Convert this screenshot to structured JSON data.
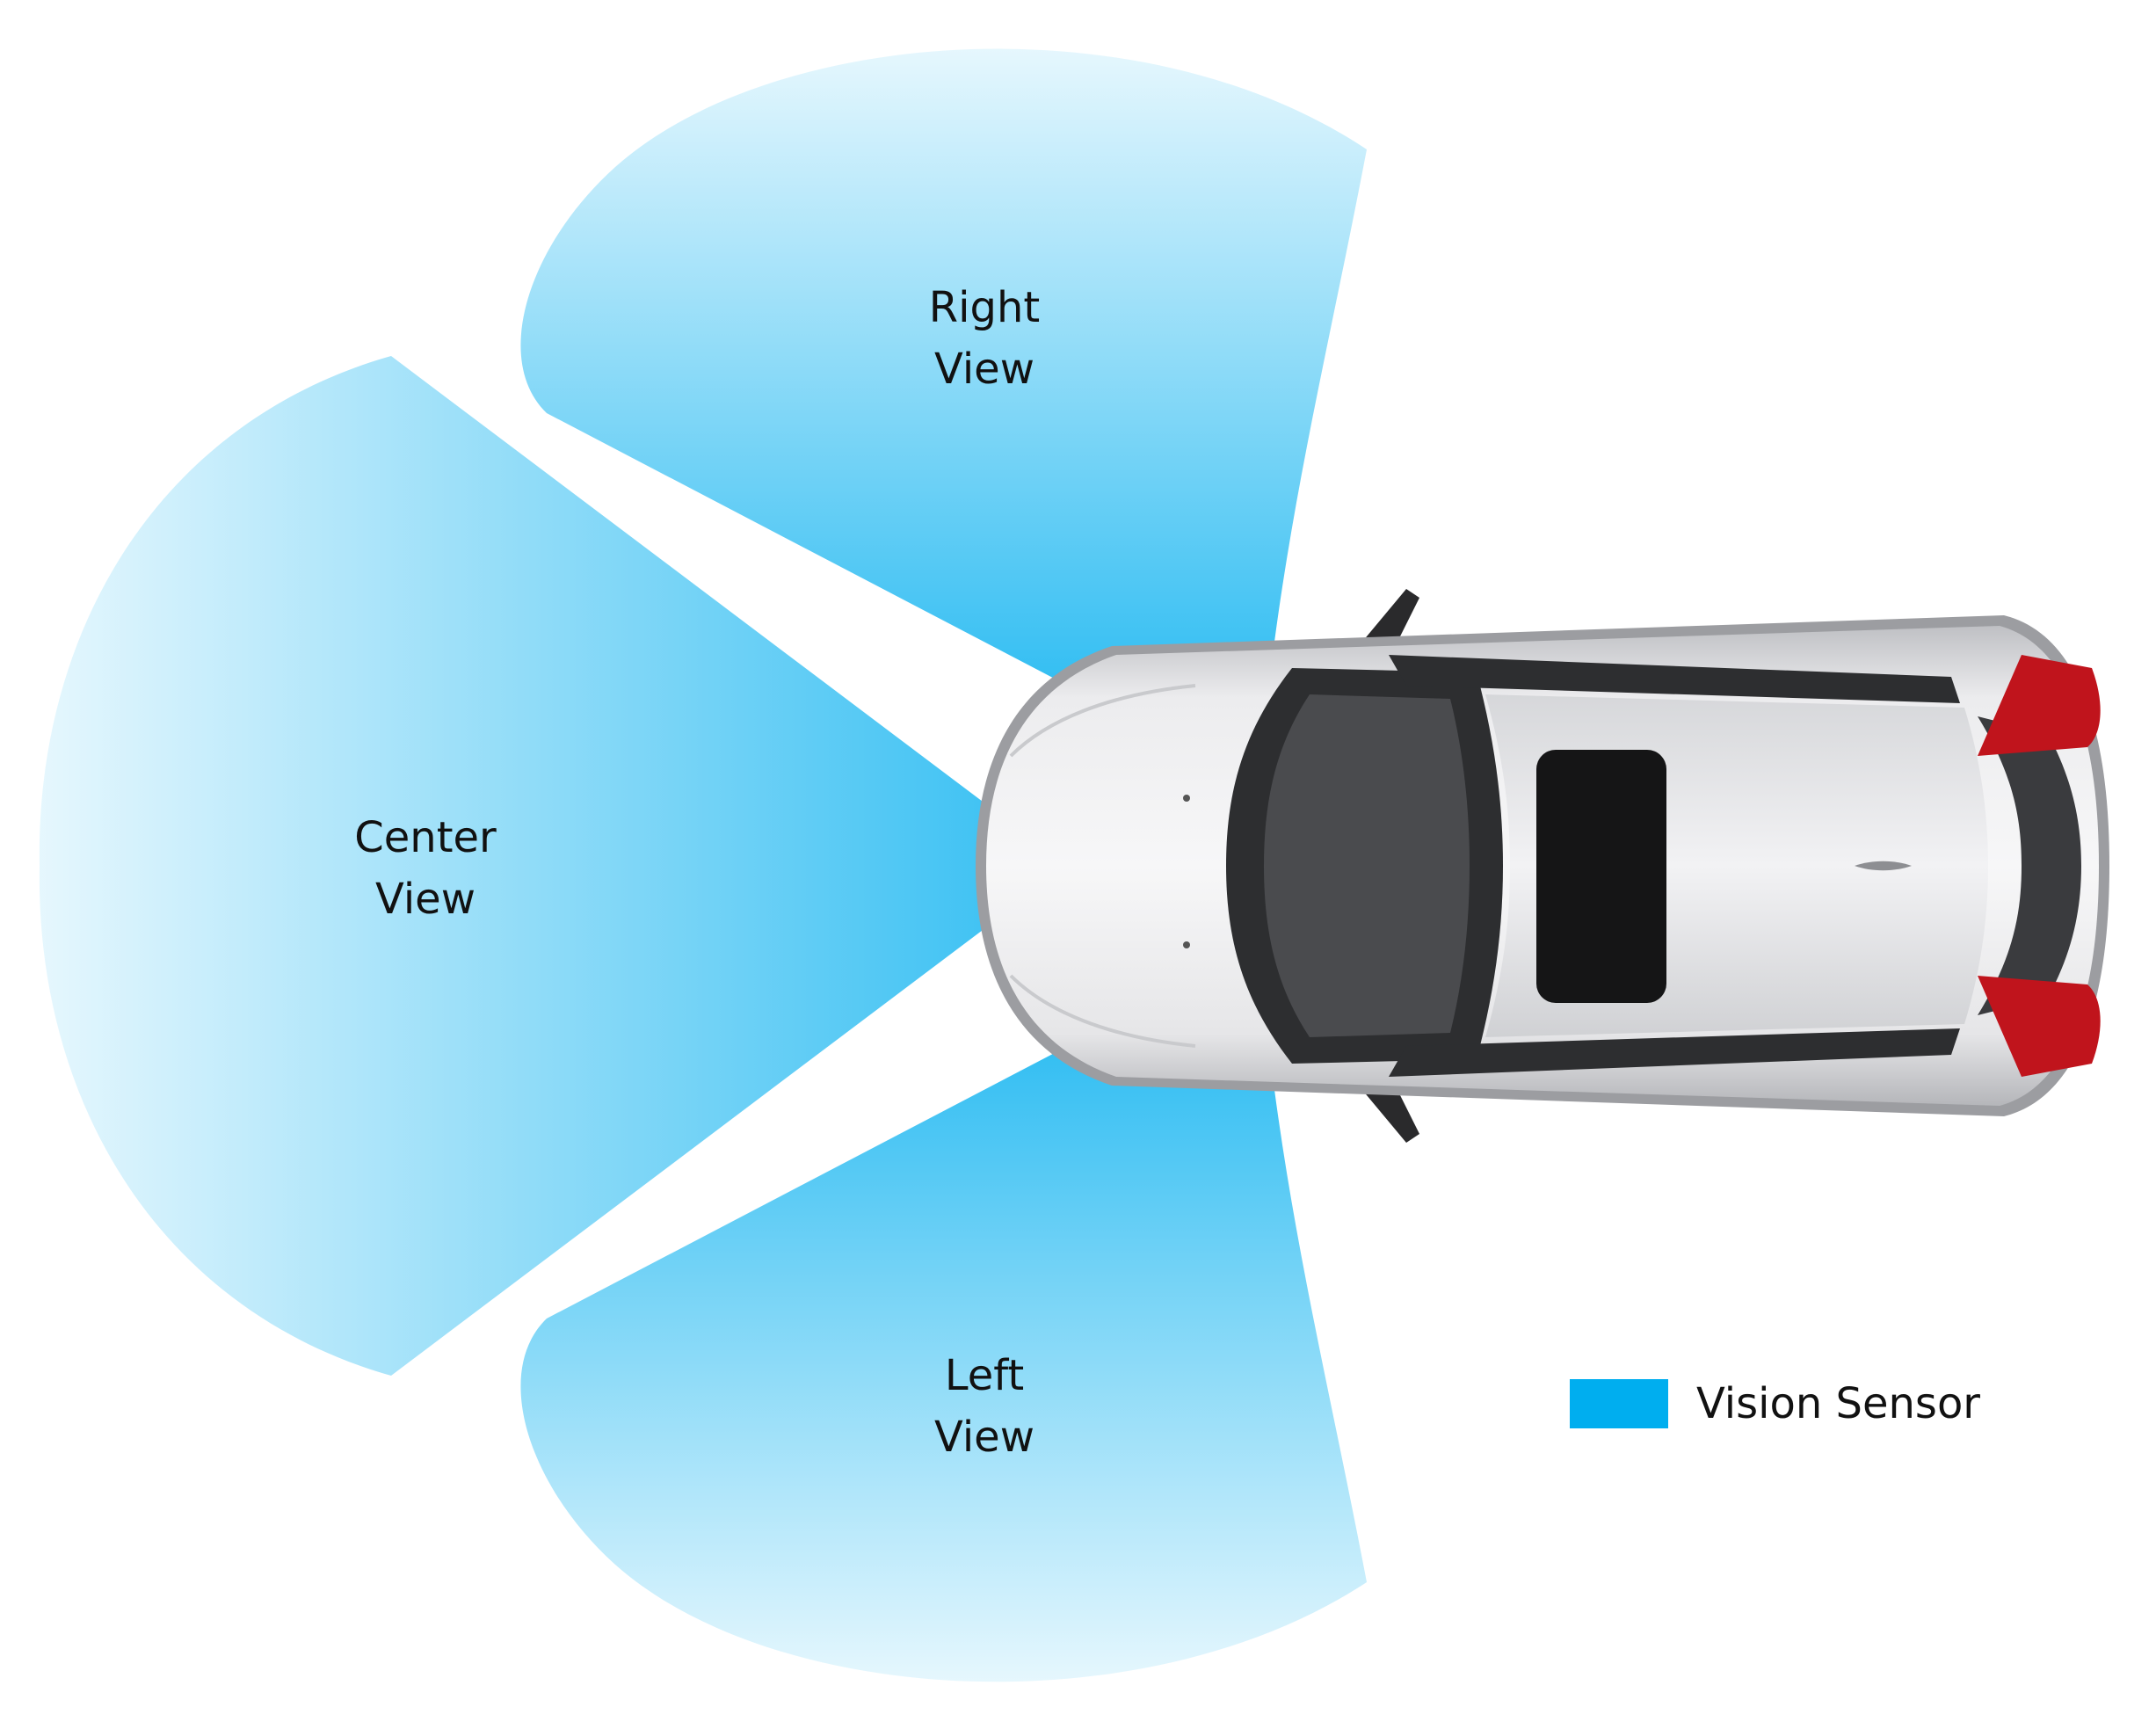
{
  "views": {
    "right": {
      "line1": "Right",
      "line2": "View"
    },
    "center": {
      "line1": "Center",
      "line2": "View"
    },
    "left": {
      "line1": "Left",
      "line2": "View"
    }
  },
  "legend": {
    "label": "Vision Sensor",
    "color": "#00aeef"
  },
  "colors": {
    "sensor": "#00aeef",
    "car_body": "#d9d9dc",
    "car_glass": "#2b2b2b",
    "taillight": "#c0141c"
  },
  "icons": {
    "vehicle": "car-top-view-icon",
    "legend_swatch": "blue-rectangle"
  }
}
